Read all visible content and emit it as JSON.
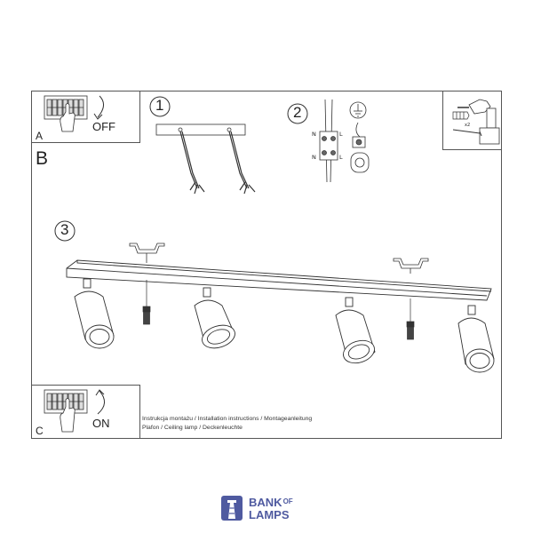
{
  "panels": {
    "a": {
      "label": "A",
      "action": "OFF"
    },
    "b": {
      "label": "B"
    },
    "c": {
      "label": "C",
      "action": "ON"
    }
  },
  "steps": [
    "1",
    "2",
    "3"
  ],
  "wiring": {
    "left_labels": [
      "N",
      "N"
    ],
    "right_labels": [
      "L",
      "L"
    ]
  },
  "drill": {
    "quantity": "x2"
  },
  "captions": {
    "line1": "Instrukcja montażu / Installation instructions / Montageanleitung",
    "line2": "Plafon / Ceiling lamp / Deckenleuchte"
  },
  "brand": {
    "word1": "BANK",
    "word_of": "OF",
    "word2": "LAMPS",
    "color": "#4f5aa0"
  },
  "colors": {
    "line": "#333333",
    "frame": "#555555"
  }
}
